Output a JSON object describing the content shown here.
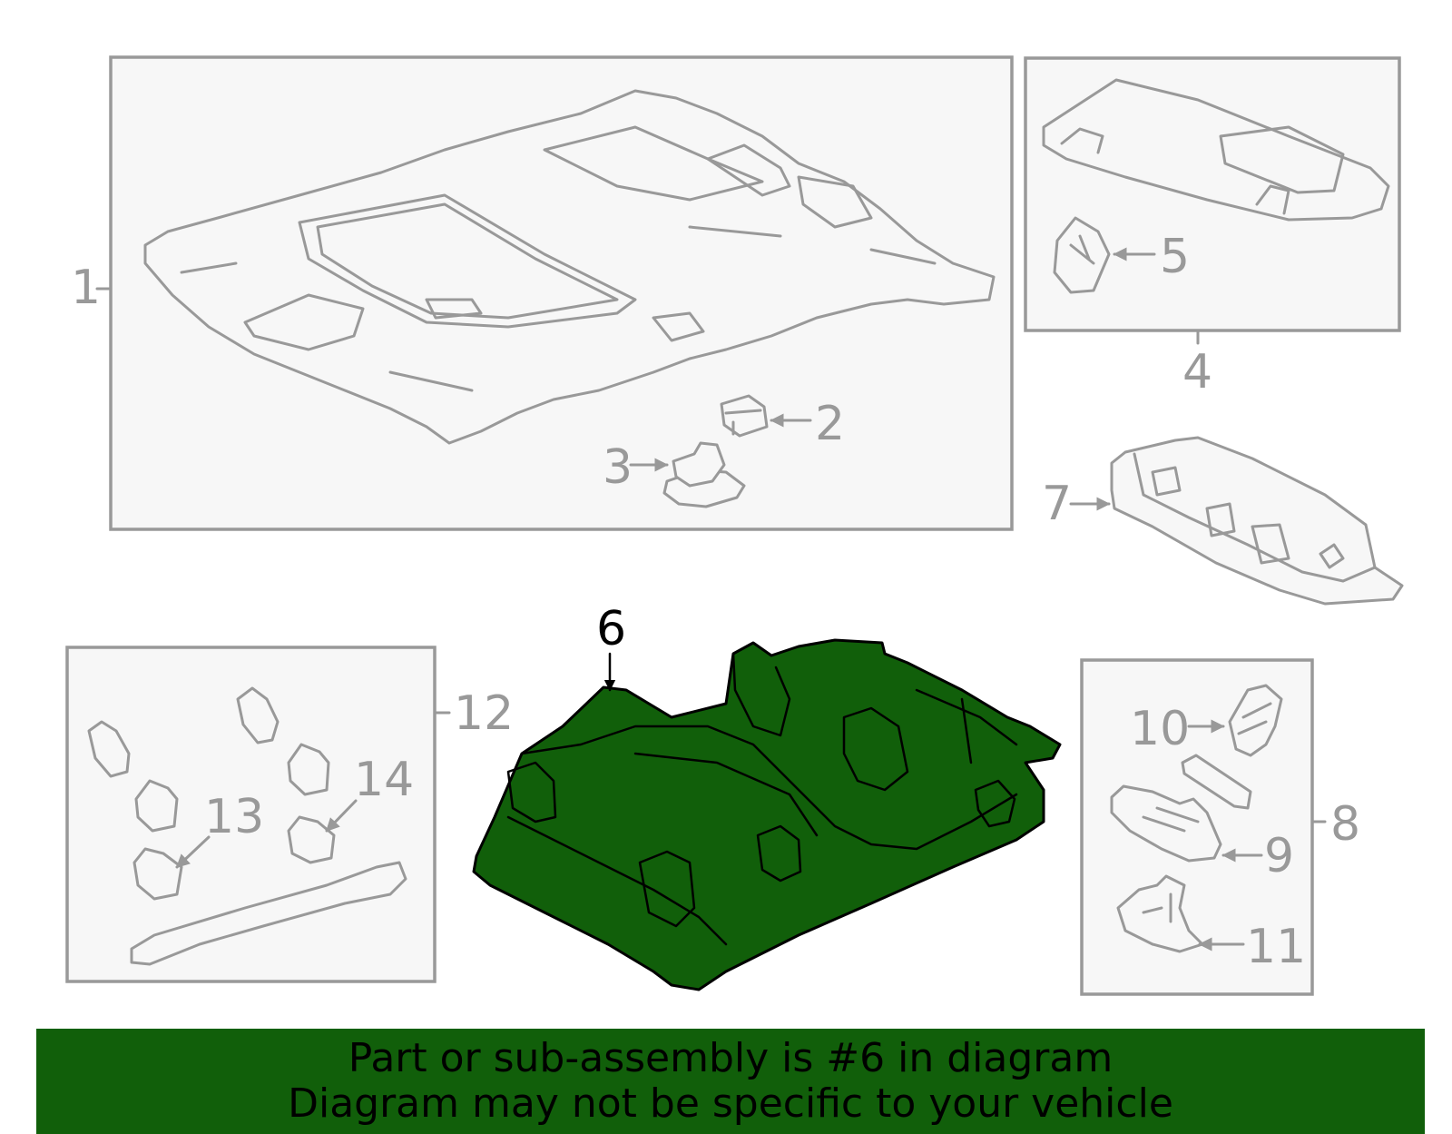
{
  "callouts": {
    "c1": "1",
    "c2": "2",
    "c3": "3",
    "c4": "4",
    "c5": "5",
    "c6": "6",
    "c7": "7",
    "c8": "8",
    "c9": "9",
    "c10": "10",
    "c11": "11",
    "c12": "12",
    "c13": "13",
    "c14": "14"
  },
  "highlight": {
    "part_number": "6",
    "color": "#115f0a"
  },
  "banner": {
    "line1": "Part or sub-assembly is #6 in diagram",
    "line2": "Diagram may not be specific to your vehicle",
    "background": "#115f0a"
  }
}
